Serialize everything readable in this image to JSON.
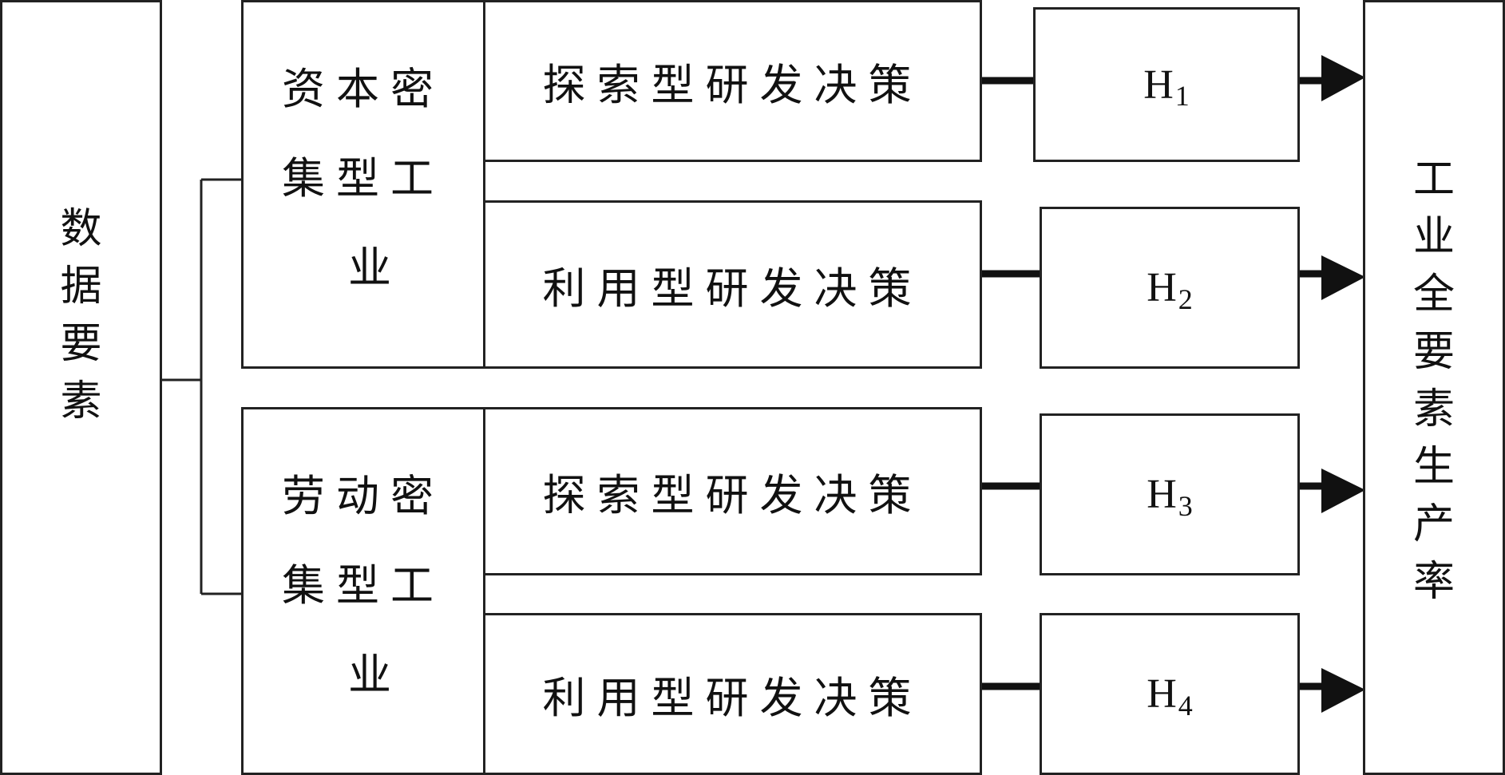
{
  "left_node": [
    "数",
    "据",
    "要",
    "素"
  ],
  "right_node": [
    "工",
    "业",
    "全",
    "要",
    "素",
    "生",
    "产",
    "率"
  ],
  "industries": [
    {
      "lines": [
        "资本密",
        "集型工",
        "业"
      ],
      "decisions": [
        {
          "label": "探索型研发决策",
          "hypothesis": "H",
          "sub": "1"
        },
        {
          "label": "利用型研发决策",
          "hypothesis": "H",
          "sub": "2"
        }
      ]
    },
    {
      "lines": [
        "劳动密",
        "集型工",
        "业"
      ],
      "decisions": [
        {
          "label": "探索型研发决策",
          "hypothesis": "H",
          "sub": "3"
        },
        {
          "label": "利用型研发决策",
          "hypothesis": "H",
          "sub": "4"
        }
      ]
    }
  ]
}
